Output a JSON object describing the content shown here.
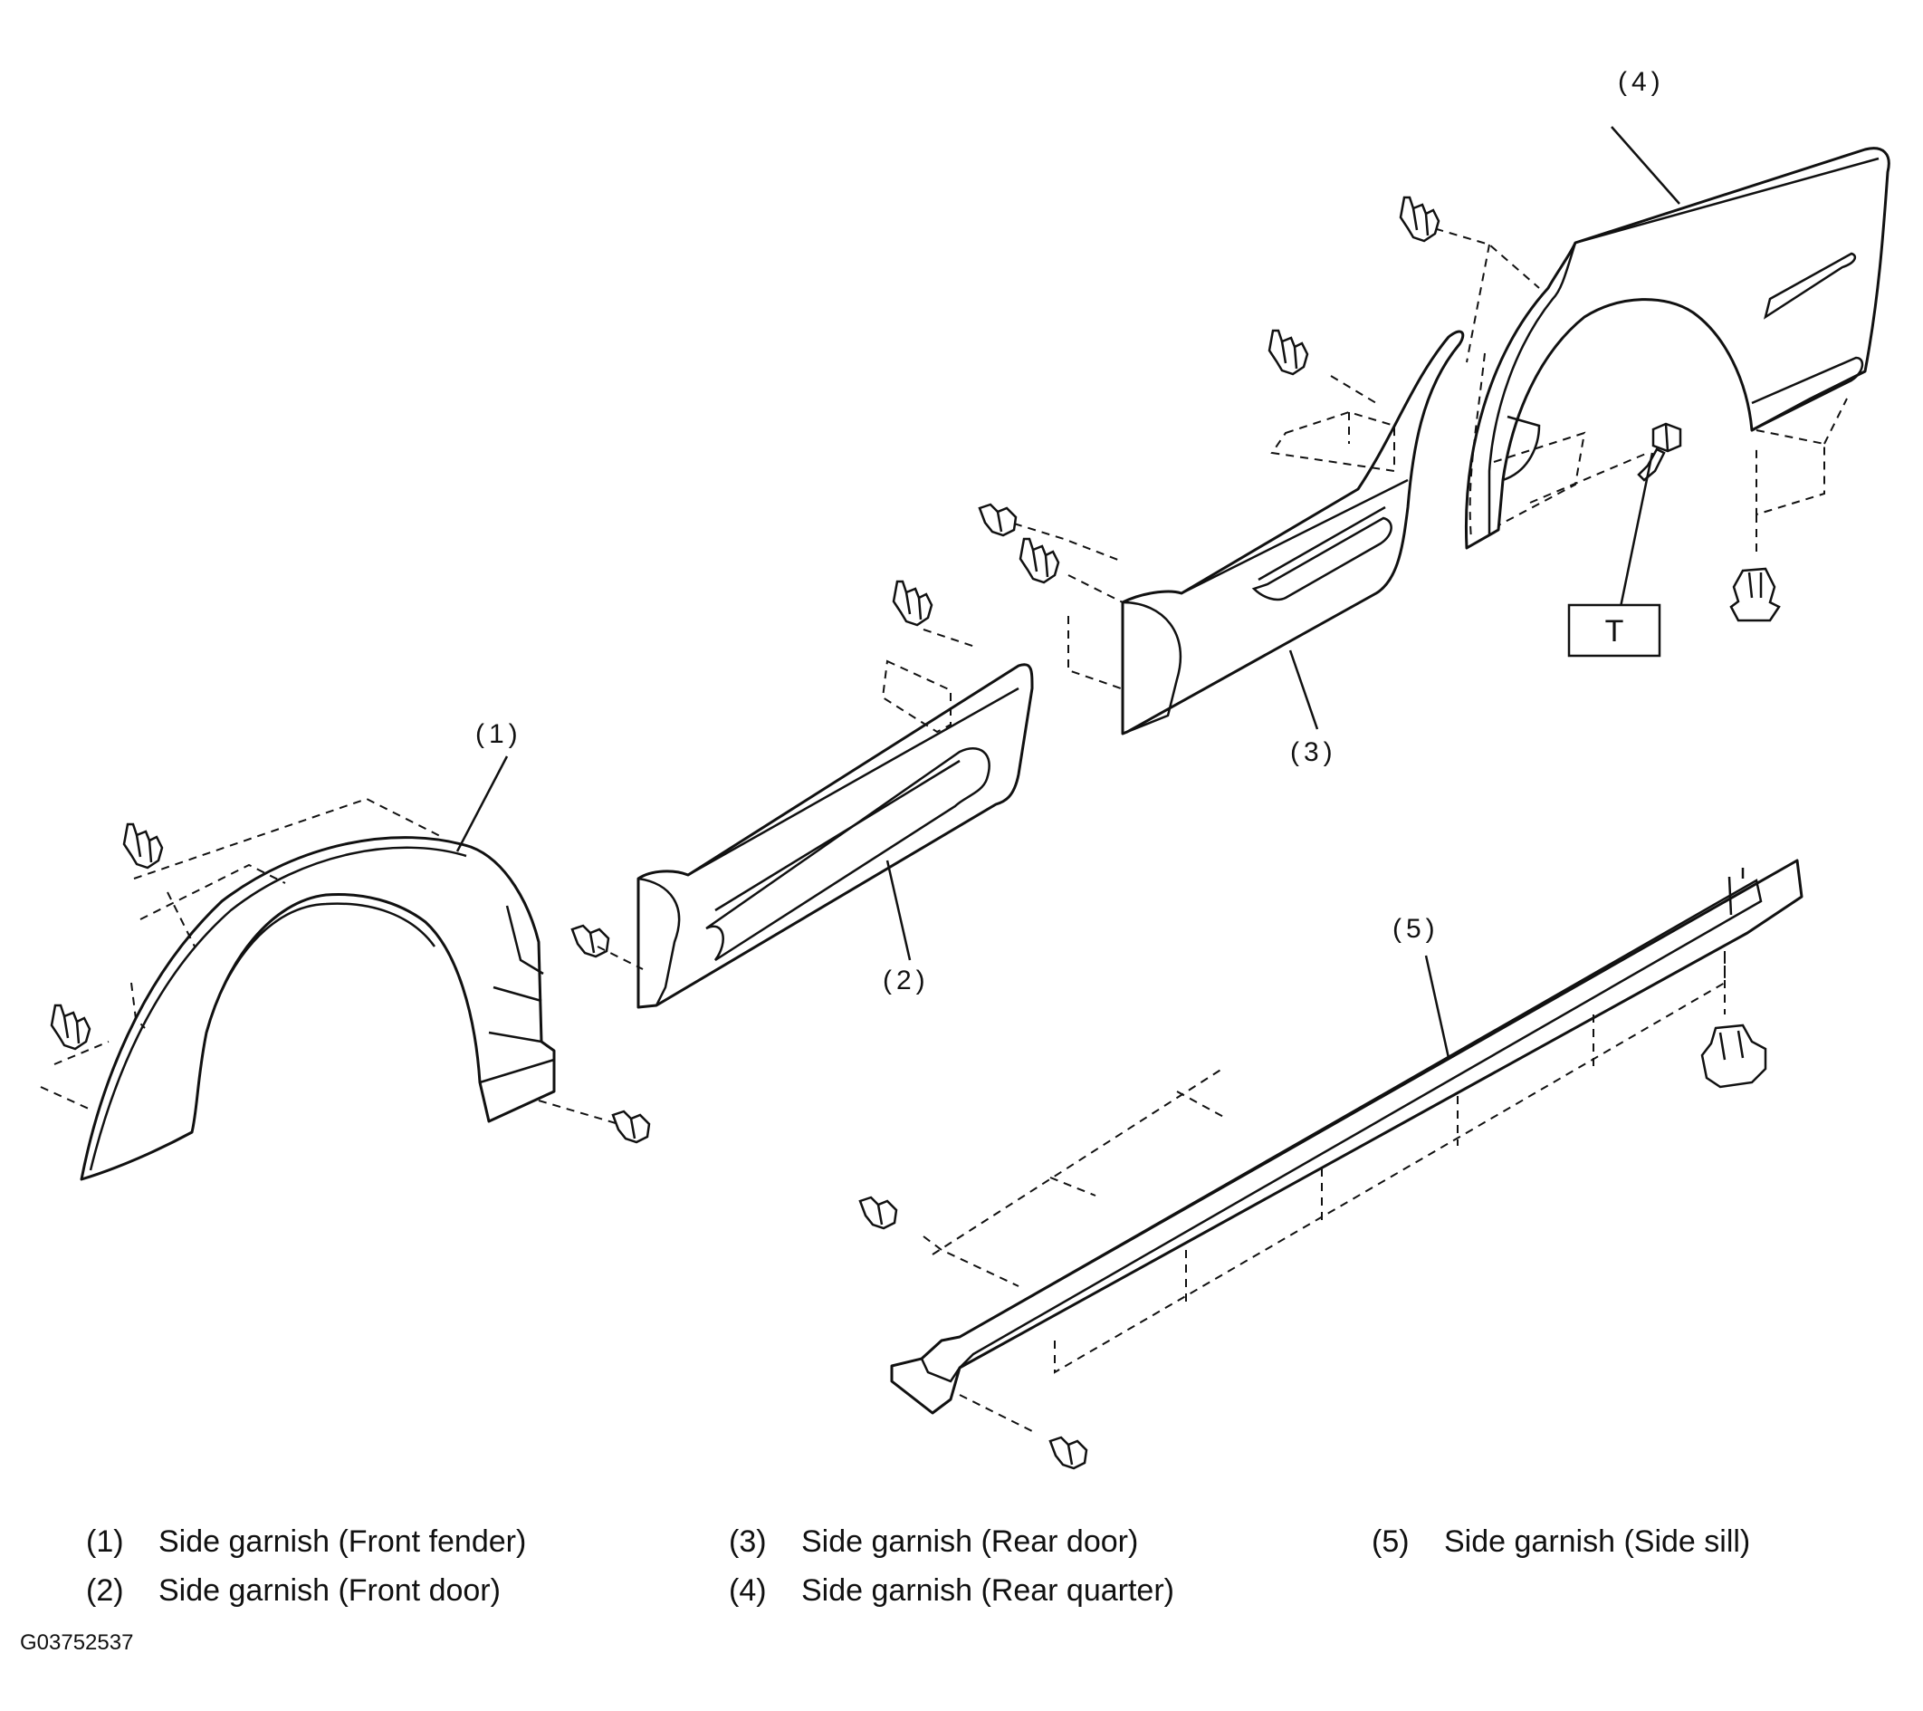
{
  "callouts": {
    "c1": "(1)",
    "c2": "(2)",
    "c3": "(3)",
    "c4": "(4)",
    "c5": "(5)",
    "tool": "T"
  },
  "legend": [
    {
      "num": "(1)",
      "text": "Side garnish (Front fender)"
    },
    {
      "num": "(2)",
      "text": "Side garnish (Front door)"
    },
    {
      "num": "(3)",
      "text": "Side garnish (Rear door)"
    },
    {
      "num": "(4)",
      "text": "Side garnish (Rear quarter)"
    },
    {
      "num": "(5)",
      "text": "Side garnish (Side sill)"
    }
  ],
  "figure_code": "G03752537"
}
